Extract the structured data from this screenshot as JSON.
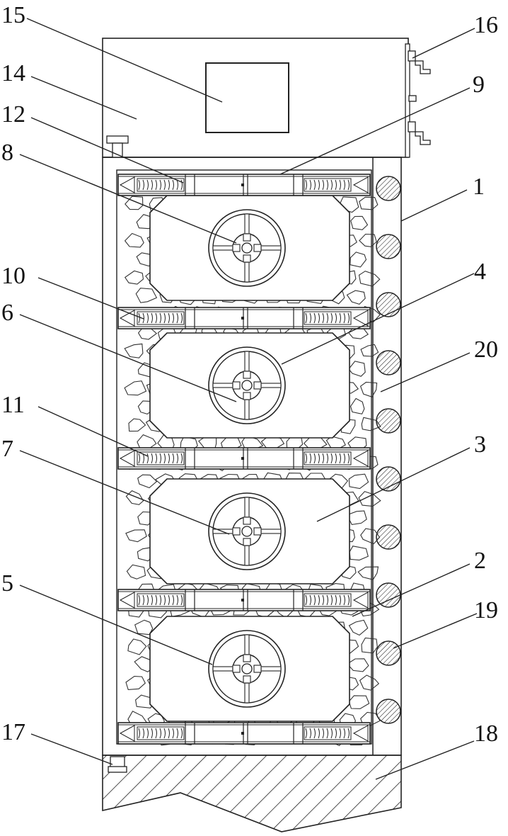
{
  "callouts": {
    "c1": "1",
    "c2": "2",
    "c3": "3",
    "c4": "4",
    "c5": "5",
    "c6": "6",
    "c7": "7",
    "c8": "8",
    "c9": "9",
    "c10": "10",
    "c11": "11",
    "c12": "12",
    "c14": "14",
    "c15": "15",
    "c16": "16",
    "c17": "17",
    "c18": "18",
    "c19": "19",
    "c20": "20"
  }
}
